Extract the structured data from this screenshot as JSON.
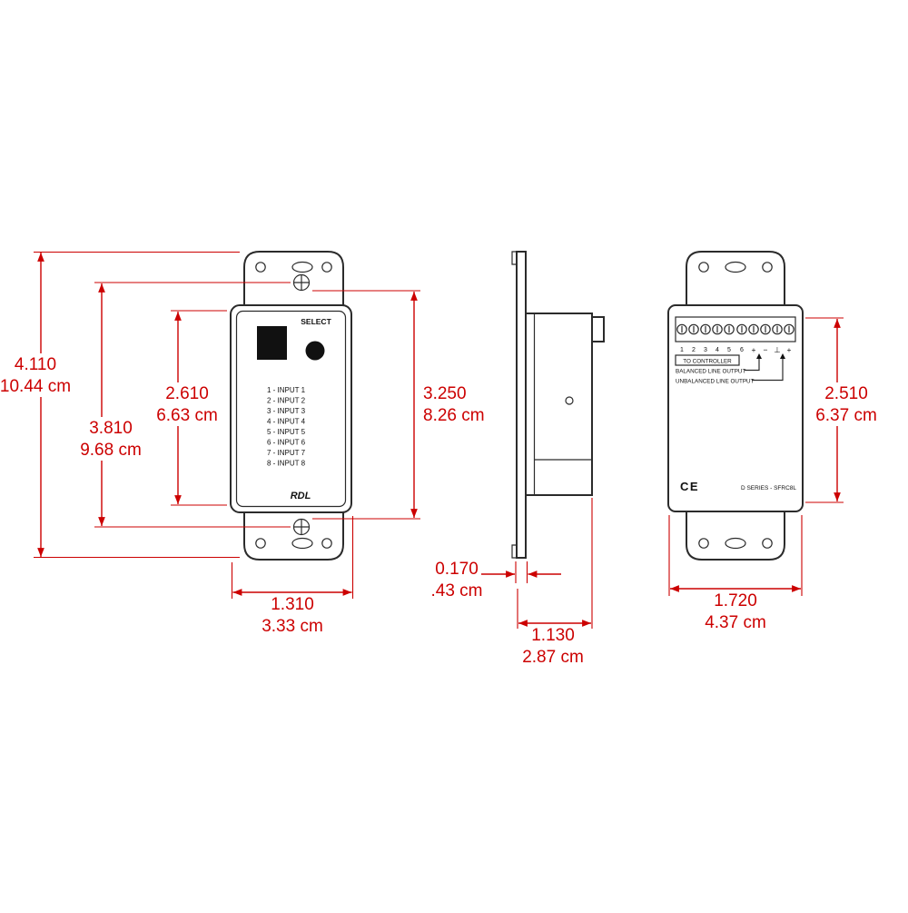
{
  "drawing": {
    "description": "Three-view dimensional drawing of a decora-style wall plate audio module (front, side, rear views)"
  },
  "colors": {
    "dimension_color": "#cc0000",
    "line_color": "#2b2b2b",
    "background": "#ffffff"
  },
  "front_view": {
    "select_label": "SELECT",
    "inputs": [
      "1 - INPUT 1",
      "2 - INPUT 2",
      "3 - INPUT 3",
      "4 - INPUT 4",
      "5 - INPUT 5",
      "6 - INPUT 6",
      "7 - INPUT 7",
      "8 - INPUT 8"
    ],
    "logo": "RDL"
  },
  "rear_view": {
    "terminal_numbers": [
      "1",
      "2",
      "3",
      "4",
      "5",
      "6"
    ],
    "terminal_symbols": [
      "+",
      "−",
      "⊥",
      "+"
    ],
    "to_controller_label": "TO CONTROLLER",
    "balanced_label": "BALANCED LINE OUTPUT",
    "unbalanced_label": "UNBALANCED LINE OUTPUT",
    "ce_mark": "CE",
    "model_label": "D SERIES - SFRC8L"
  },
  "dimensions": {
    "overall_height": {
      "inches": "4.110",
      "cm": "10.44 cm"
    },
    "screw_spacing": {
      "inches": "3.810",
      "cm": "9.68 cm"
    },
    "opening_height": {
      "inches": "2.610",
      "cm": "6.63 cm"
    },
    "plate_height": {
      "inches": "3.250",
      "cm": "8.26 cm"
    },
    "front_width": {
      "inches": "1.310",
      "cm": "3.33 cm"
    },
    "flange_thickness": {
      "inches": "0.170",
      "cm": ".43 cm"
    },
    "depth": {
      "inches": "1.130",
      "cm": "2.87 cm"
    },
    "rear_width": {
      "inches": "1.720",
      "cm": "4.37 cm"
    },
    "rear_height": {
      "inches": "2.510",
      "cm": "6.37 cm"
    }
  }
}
